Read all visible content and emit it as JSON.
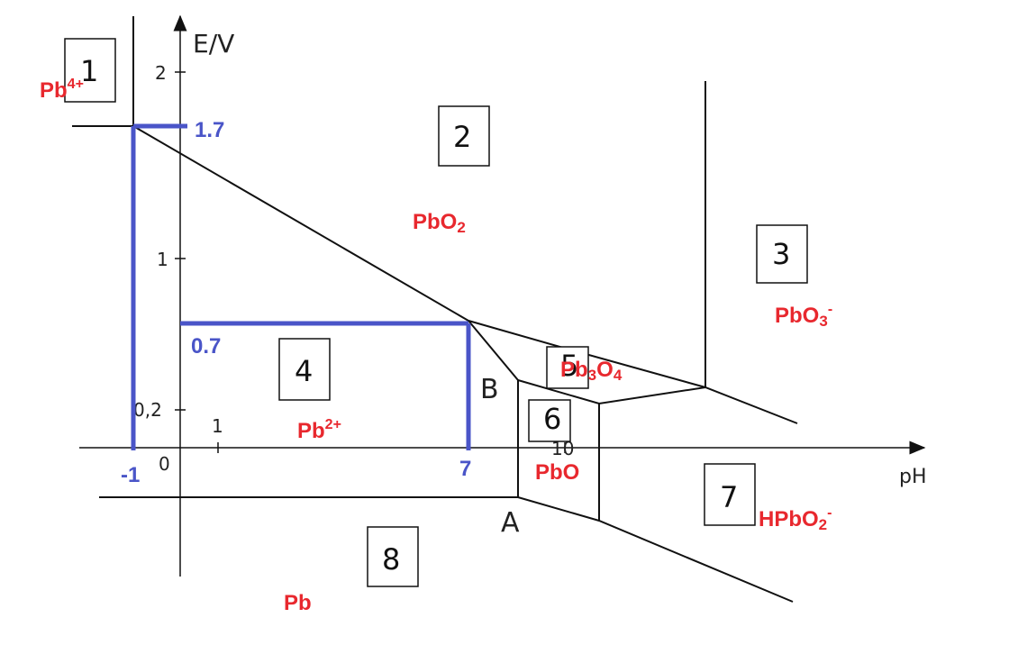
{
  "axes": {
    "y_label": "E/V",
    "x_label": "pH",
    "y_ticks": [
      "2",
      "1",
      "0,2",
      "0"
    ],
    "x_ticks": [
      "1",
      "10"
    ]
  },
  "regions": [
    {
      "number": "1",
      "species": {
        "base": "Pb",
        "sup": "4+"
      }
    },
    {
      "number": "2",
      "species": {
        "base": "PbO",
        "sub": "2"
      }
    },
    {
      "number": "3",
      "species": {
        "base": "PbO",
        "sub": "3",
        "sup": "-"
      }
    },
    {
      "number": "4",
      "species": {
        "base": "Pb",
        "sup": "2+"
      }
    },
    {
      "number": "5",
      "species": {
        "base": "Pb",
        "sub": "3",
        "mid": "O",
        "sub2": "4"
      }
    },
    {
      "number": "6",
      "species": {
        "base": "PbO"
      }
    },
    {
      "number": "7",
      "species": {
        "base": "HPbO",
        "sub": "2",
        "sup": "-"
      }
    },
    {
      "number": "8",
      "species": {
        "base": "Pb"
      }
    }
  ],
  "points": {
    "A": "A",
    "B": "B"
  },
  "annotations": {
    "e1": "1.7",
    "e2": "0.7",
    "ph1": "-1",
    "ph2": "7"
  },
  "colors": {
    "species": "#e8282e",
    "annotation": "#4a55c8",
    "lines": "#111111"
  }
}
